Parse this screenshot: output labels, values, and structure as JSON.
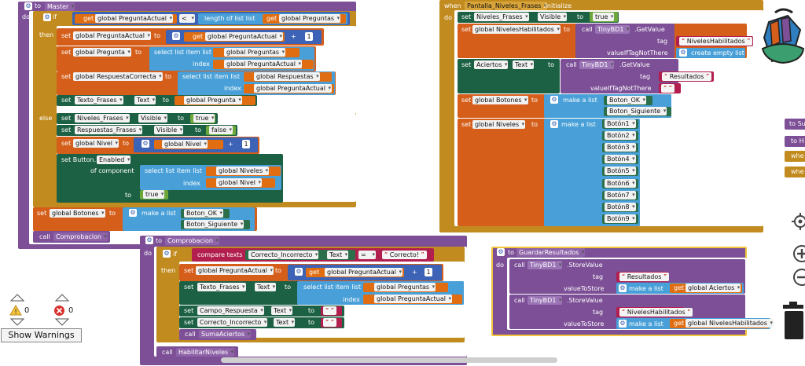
{
  "master": {
    "to": "to",
    "name": "Master",
    "do": "do",
    "if": "if",
    "then": "then",
    "else": "else",
    "get_pregunta_actual": "get",
    "var_pregunta_actual": "global PreguntaActual",
    "lt": "<",
    "length_of_list": "length of list  list",
    "get_preguntas": "get",
    "var_preguntas": "global Preguntas",
    "set": "set",
    "to_word": "to",
    "plus": "+",
    "one": "1",
    "var_pregunta": "global Pregunta",
    "select_list_item": "select list item  list",
    "index": "index",
    "var_respuesta_correcta": "global RespuestaCorrecta",
    "var_respuestas": "global Respuestas",
    "texto_frases": "Texto_Frases",
    "text_prop": "Text",
    "var_pregunta_get": "global Pregunta",
    "niveles_frases": "Niveles_Frases",
    "visible_prop": "Visible",
    "true_val": "true",
    "respuestas_frases": "Respuestas_Frases",
    "false_val": "false",
    "var_nivel": "global Nivel",
    "set_button": "set Button.",
    "enabled_prop": "Enabled",
    "of_component": "of component",
    "var_niveles": "global Niveles",
    "var_nivel_get": "global Nivel",
    "var_botones": "global Botones",
    "make_a_list": "make a list",
    "boton_ok": "Boton_OK",
    "boton_siguiente": "Boton_Siguiente",
    "call": "call",
    "comprobacion": "Comprobacion"
  },
  "comprobacion": {
    "to": "to",
    "name": "Comprobacion",
    "do": "do",
    "if": "if",
    "then": "then",
    "compare_texts": "compare texts",
    "correcto_incorrecto": "Correcto_Incorrecto",
    "text_prop": "Text",
    "eq": "=",
    "correcto": "Correcto!",
    "set": "set",
    "var_pregunta_actual": "global PreguntaActual",
    "to_word": "to",
    "get": "get",
    "plus": "+",
    "one": "1",
    "texto_frases": "Texto_Frases",
    "select_list_item": "select list item  list",
    "var_preguntas": "global Preguntas",
    "index": "index",
    "campo_respuesta": "Campo_Respuesta",
    "empty": "",
    "call": "call",
    "suma_aciertos": "SumaAciertos",
    "habilitar_niveles": "HabilitarNiveles"
  },
  "initialize": {
    "when": "when",
    "component": "Pantalla_Niveles_Frases",
    "event": ".Initialize",
    "do": "do",
    "set": "set",
    "niveles_frases": "Niveles_Frases",
    "visible_prop": "Visible",
    "to_word": "to",
    "true_val": "true",
    "var_niveles_habilitados": "global NivelesHabilitados",
    "call": "call",
    "tinydb": "TinyBD1",
    "get_value": ".GetValue",
    "tag": "tag",
    "niveles_habilitados_str": "NivelesHabilitados",
    "value_if_tag_not_there": "valueIfTagNotThere",
    "create_empty_list": "create empty list",
    "aciertos": "Aciertos",
    "text_prop": "Text",
    "resultados_str": "Resultados",
    "empty": "",
    "var_botones": "global Botones",
    "make_a_list": "make a list",
    "boton_ok": "Boton_OK",
    "boton_siguiente": "Boton_Siguiente",
    "var_niveles": "global Niveles",
    "botones": [
      "Botón1",
      "Botón2",
      "Botón3",
      "Botón4",
      "Botón5",
      "Botón6",
      "Botón7",
      "Botón8",
      "Botón9"
    ]
  },
  "guardar": {
    "to": "to",
    "name": "GuardarResultados",
    "do": "do",
    "call": "call",
    "tinydb": "TinyBD1",
    "store_value": ".StoreValue",
    "tag": "tag",
    "value_to_store": "valueToStore",
    "resultados_str": "Resultados",
    "make_a_list": "make a list",
    "get": "get",
    "var_aciertos": "global Aciertos",
    "niveles_habilitados_str": "NivelesHabilitados",
    "var_niveles_habilitados": "global NivelesHabilitados"
  },
  "drawer": {
    "items": [
      "to Su",
      "to H",
      "whe",
      "whe"
    ]
  },
  "warnings": {
    "warn_count": "0",
    "error_count": "0",
    "show_warnings": "Show Warnings"
  },
  "colors": {
    "procedure": "#7c4f96",
    "control": "#c28b1f",
    "variable": "#d45e1a",
    "list": "#49a0d8",
    "math": "#3c63b5",
    "logic": "#6ea83a",
    "component": "#1d6145",
    "text": "#b21f4e"
  }
}
